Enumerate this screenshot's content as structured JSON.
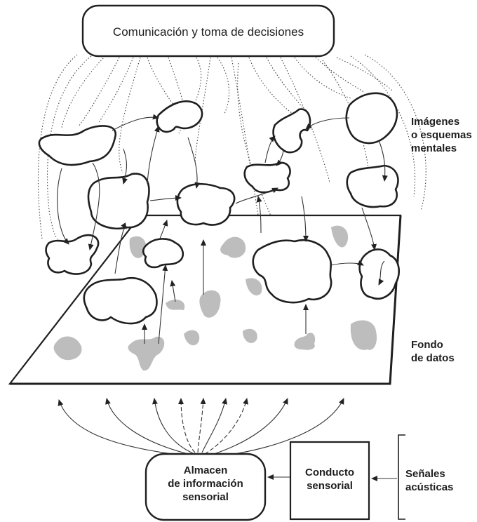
{
  "top_box": {
    "label": "Comunicación y toma de decisiones"
  },
  "side_labels": {
    "imagenes": [
      "Imágenes",
      "o esquemas",
      "mentales"
    ],
    "fondo": [
      "Fondo",
      "de datos"
    ]
  },
  "bottom": {
    "almacen": [
      "Almacen",
      "de información",
      "sensorial"
    ],
    "conducto": [
      "Conducto",
      "sensorial"
    ],
    "senales": [
      "Señales",
      "acústicas"
    ]
  }
}
